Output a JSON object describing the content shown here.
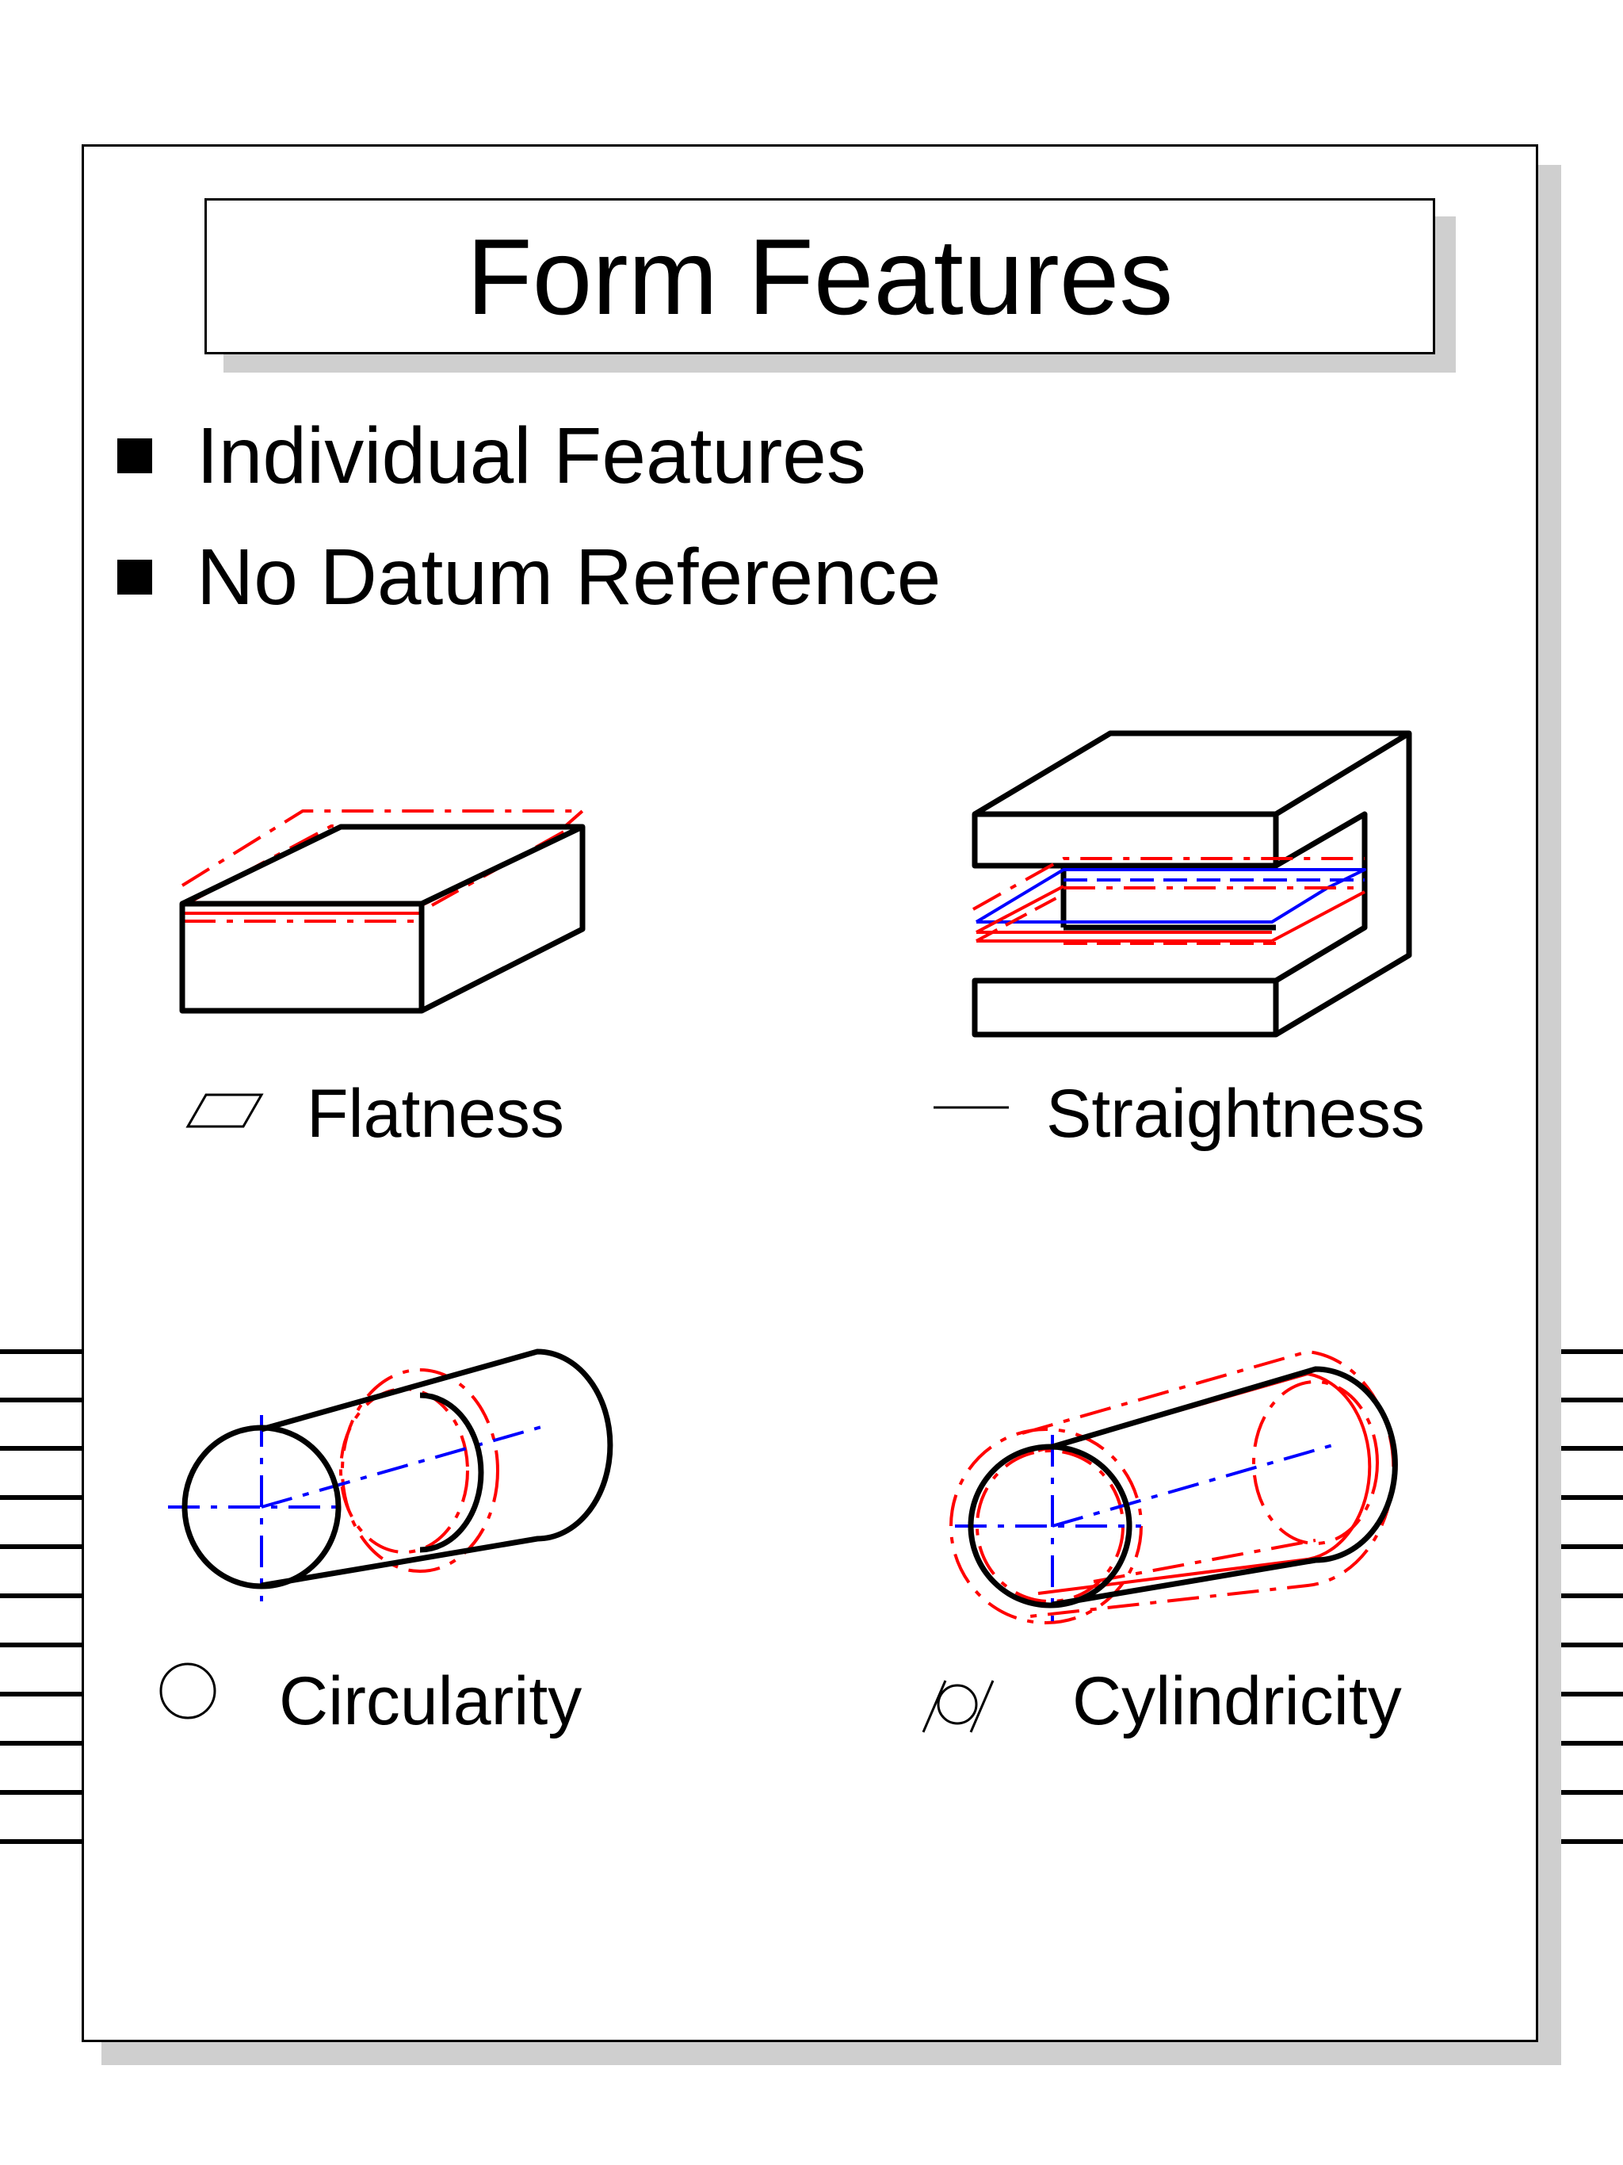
{
  "title": "Form Features",
  "bullets": [
    "Individual Features",
    "No Datum Reference"
  ],
  "features": [
    {
      "label": "Flatness",
      "symbol": "parallelogram-icon"
    },
    {
      "label": "Straightness",
      "symbol": "straight-line-icon"
    },
    {
      "label": "Circularity",
      "symbol": "circle-icon"
    },
    {
      "label": "Cylindricity",
      "symbol": "cylindricity-icon"
    }
  ],
  "colors": {
    "outline": "#000000",
    "tolerance_zone": "#ff0000",
    "center_line": "#0000ff",
    "shadow": "#cfcfcf"
  }
}
